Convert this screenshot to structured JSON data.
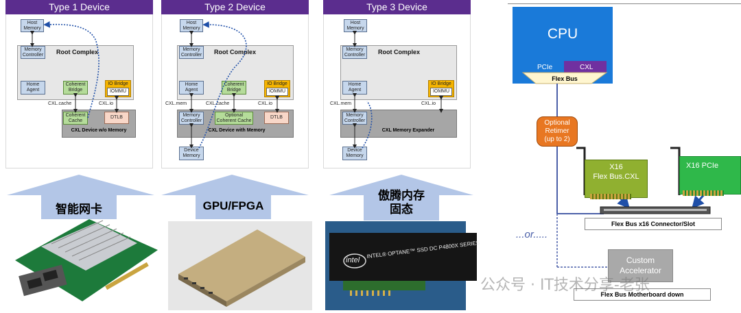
{
  "panels": [
    {
      "title": "Type 1 Device",
      "host_memory": "Host\nMemory",
      "memory_controller": "Memory\nController",
      "root_complex": "Root Complex",
      "home_agent": "Home\nAgent",
      "coherent_bridge": "Coherent\nBridge",
      "io_bridge": "IO Bridge",
      "iommu": "IOMMU",
      "link_left": "CXL.cache",
      "link_right": "CXL.io",
      "coherent_cache": "Coherent\nCache",
      "dtlb": "DTLB",
      "device": "CXL Device w/o Memory"
    },
    {
      "title": "Type 2 Device",
      "host_memory": "Host\nMemory",
      "memory_controller": "Memory\nController",
      "root_complex": "Root Complex",
      "home_agent": "Home\nAgent",
      "coherent_bridge": "Coherent\nBridge",
      "io_bridge": "IO Bridge",
      "iommu": "IOMMU",
      "link_mem": "CXL.mem",
      "link_left": "CXL.cache",
      "link_right": "CXL.io",
      "dev_mem_ctrl": "Memory\nController",
      "optional_cache": "Optional\nCoherent Cache",
      "dtlb": "DTLB",
      "device": "CXL Device with Memory",
      "device_memory": "Device\nMemory"
    },
    {
      "title": "Type 3 Device",
      "host_memory": "Host\nMemory",
      "memory_controller": "Memory\nController",
      "root_complex": "Root Complex",
      "home_agent": "Home\nAgent",
      "io_bridge": "IO Bridge",
      "iommu": "IOMMU",
      "link_mem": "CXL.mem",
      "link_right": "CXL.io",
      "dev_mem_ctrl": "Memory\nController",
      "device": "CXL Memory Expander",
      "device_memory": "Device\nMemory"
    }
  ],
  "arrows": {
    "a1": "智能网卡",
    "a2": "GPU/FPGA",
    "a3": "傲腾内存\n固态"
  },
  "products": {
    "optane_label": "INTEL® OPTANE™ SSD DC P4800X SERIES",
    "intel_logo": "intel"
  },
  "right": {
    "cpu": "CPU",
    "pcie": "PCIe",
    "cxl": "CXL",
    "flex_bus": "Flex Bus",
    "retimer": "Optional\nRetimer\n(up to 2)",
    "card1": "X16\nFlex Bus.CXL",
    "card2": "X16 PCIe",
    "connector": "Flex Bus x16 Connector/Slot",
    "or": "...or.....",
    "accelerator": "Custom\nAccelerator",
    "motherboard": "Flex Bus Motherboard down"
  },
  "watermark": "公众号 · IT技术分享-老张",
  "colors": {
    "purple": "#5b2d8e",
    "cpu_blue": "#1a7ad9",
    "retimer": "#e87722",
    "card_green": "#2fb84a"
  }
}
